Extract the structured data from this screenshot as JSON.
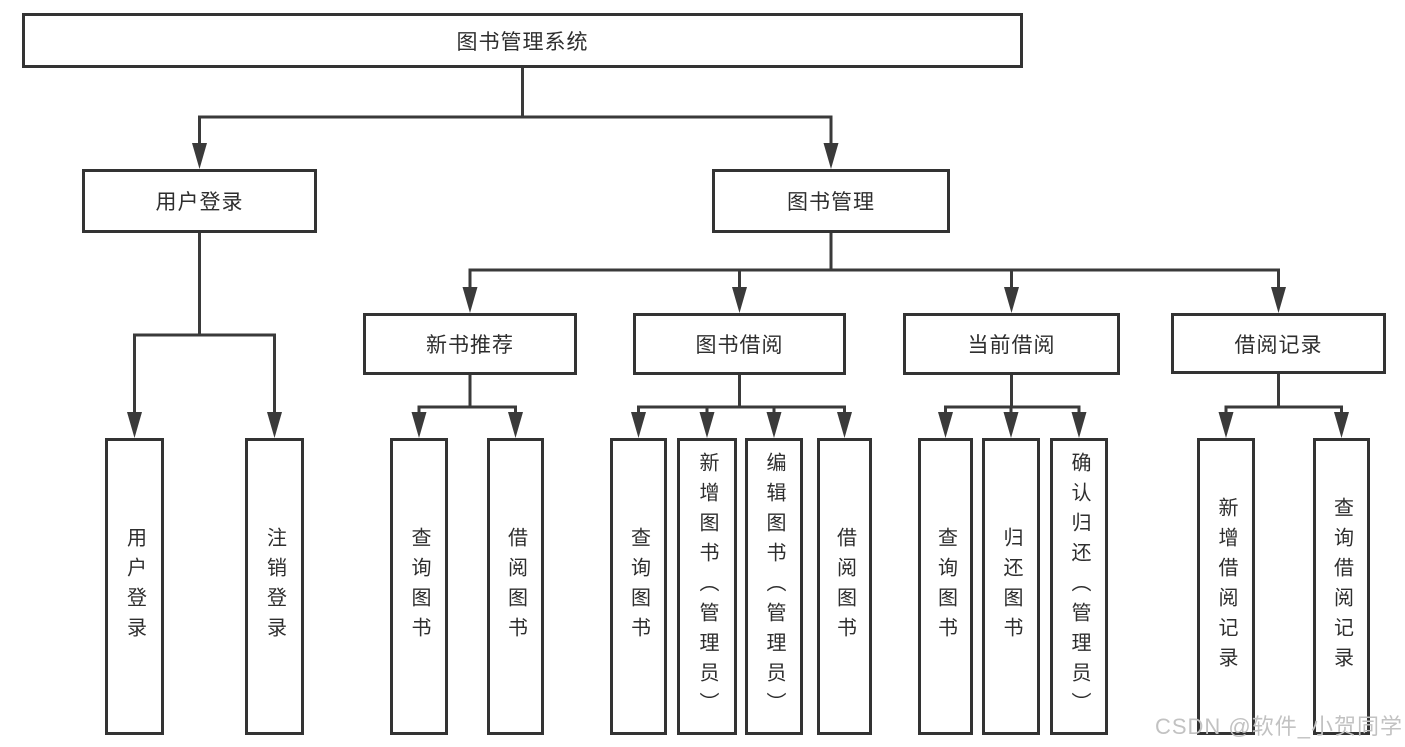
{
  "diagram": {
    "title": "图书管理系统",
    "nodes": [
      {
        "id": "root",
        "label": "图书管理系统",
        "level": 1,
        "parent": null,
        "orientation": "horizontal"
      },
      {
        "id": "user-login",
        "label": "用户登录",
        "level": 2,
        "parent": "root",
        "orientation": "horizontal"
      },
      {
        "id": "book-management",
        "label": "图书管理",
        "level": 2,
        "parent": "root",
        "orientation": "horizontal"
      },
      {
        "id": "new-book-recommend",
        "label": "新书推荐",
        "level": 3,
        "parent": "book-management",
        "orientation": "horizontal"
      },
      {
        "id": "book-borrowing",
        "label": "图书借阅",
        "level": 3,
        "parent": "book-management",
        "orientation": "horizontal"
      },
      {
        "id": "current-borrowing",
        "label": "当前借阅",
        "level": 3,
        "parent": "book-management",
        "orientation": "horizontal"
      },
      {
        "id": "borrowing-records",
        "label": "借阅记录",
        "level": 3,
        "parent": "book-management",
        "orientation": "horizontal"
      },
      {
        "id": "user-login-leaf",
        "label": "用户登录",
        "level": 3,
        "parent": "user-login",
        "orientation": "vertical"
      },
      {
        "id": "logout",
        "label": "注销登录",
        "level": 3,
        "parent": "user-login",
        "orientation": "vertical"
      },
      {
        "id": "query-books-recommend",
        "label": "查询图书",
        "level": 4,
        "parent": "new-book-recommend",
        "orientation": "vertical"
      },
      {
        "id": "borrow-books-recommend",
        "label": "借阅图书",
        "level": 4,
        "parent": "new-book-recommend",
        "orientation": "vertical"
      },
      {
        "id": "query-books-borrowing",
        "label": "查询图书",
        "level": 4,
        "parent": "book-borrowing",
        "orientation": "vertical"
      },
      {
        "id": "add-books-admin",
        "label": "新增图书（管理员）",
        "level": 4,
        "parent": "book-borrowing",
        "orientation": "vertical"
      },
      {
        "id": "edit-books-admin",
        "label": "编辑图书（管理员）",
        "level": 4,
        "parent": "book-borrowing",
        "orientation": "vertical"
      },
      {
        "id": "borrow-books",
        "label": "借阅图书",
        "level": 4,
        "parent": "book-borrowing",
        "orientation": "vertical"
      },
      {
        "id": "query-books-current",
        "label": "查询图书",
        "level": 4,
        "parent": "current-borrowing",
        "orientation": "vertical"
      },
      {
        "id": "return-books",
        "label": "归还图书",
        "level": 4,
        "parent": "current-borrowing",
        "orientation": "vertical"
      },
      {
        "id": "confirm-return-admin",
        "label": "确认归还（管理员）",
        "level": 4,
        "parent": "current-borrowing",
        "orientation": "vertical"
      },
      {
        "id": "add-borrow-record",
        "label": "新增借阅记录",
        "level": 4,
        "parent": "borrowing-records",
        "orientation": "vertical"
      },
      {
        "id": "query-borrow-record",
        "label": "查询借阅记录",
        "level": 4,
        "parent": "borrowing-records",
        "orientation": "vertical"
      }
    ]
  },
  "watermark": {
    "text": "CSDN @软件_小贺同学"
  },
  "colors": {
    "line": "#3a3a3a",
    "box_border": "#333333",
    "box_fill": "#ffffff",
    "text": "#2e2e2e",
    "background": "#ffffff",
    "watermark": "#c2c2c2"
  }
}
